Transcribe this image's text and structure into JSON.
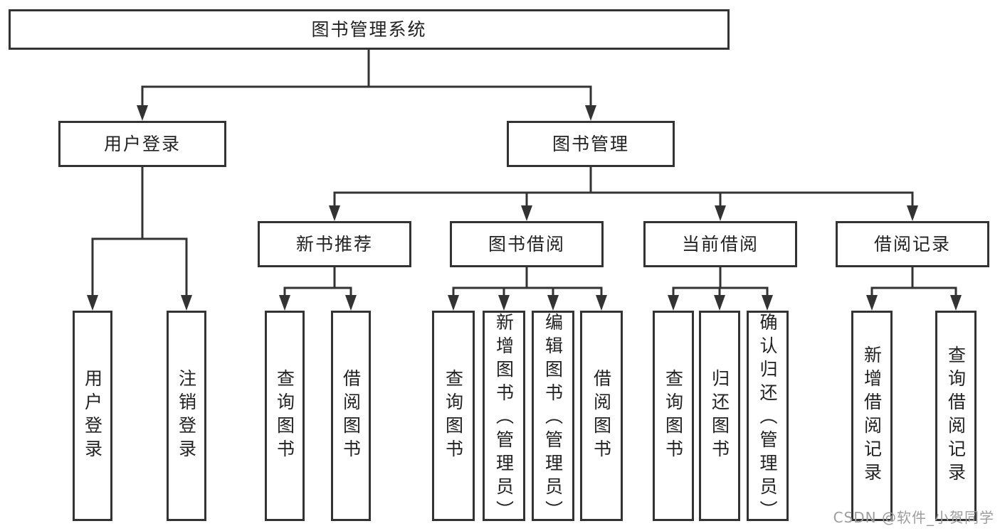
{
  "colors": {
    "line": "#333333",
    "text": "#222222",
    "watermark": "#9d9d9d",
    "background": "#ffffff"
  },
  "watermark": {
    "text": "CSDN @软件_小贺同学"
  },
  "tree": {
    "root": {
      "label": "图书管理系统",
      "children": [
        {
          "label": "用户登录",
          "children": [
            {
              "label": "用户登录"
            },
            {
              "label": "注销登录"
            }
          ]
        },
        {
          "label": "图书管理",
          "children": [
            {
              "label": "新书推荐",
              "children": [
                {
                  "label": "查询图书"
                },
                {
                  "label": "借阅图书"
                }
              ]
            },
            {
              "label": "图书借阅",
              "children": [
                {
                  "label": "查询图书"
                },
                {
                  "label": "新增图书（管理员）"
                },
                {
                  "label": "编辑图书（管理员）"
                },
                {
                  "label": "借阅图书"
                }
              ]
            },
            {
              "label": "当前借阅",
              "children": [
                {
                  "label": "查询图书"
                },
                {
                  "label": "归还图书"
                },
                {
                  "label": "确认归还（管理员）"
                }
              ]
            },
            {
              "label": "借阅记录",
              "children": [
                {
                  "label": "新增借阅记录"
                },
                {
                  "label": "查询借阅记录"
                }
              ]
            }
          ]
        }
      ]
    }
  }
}
